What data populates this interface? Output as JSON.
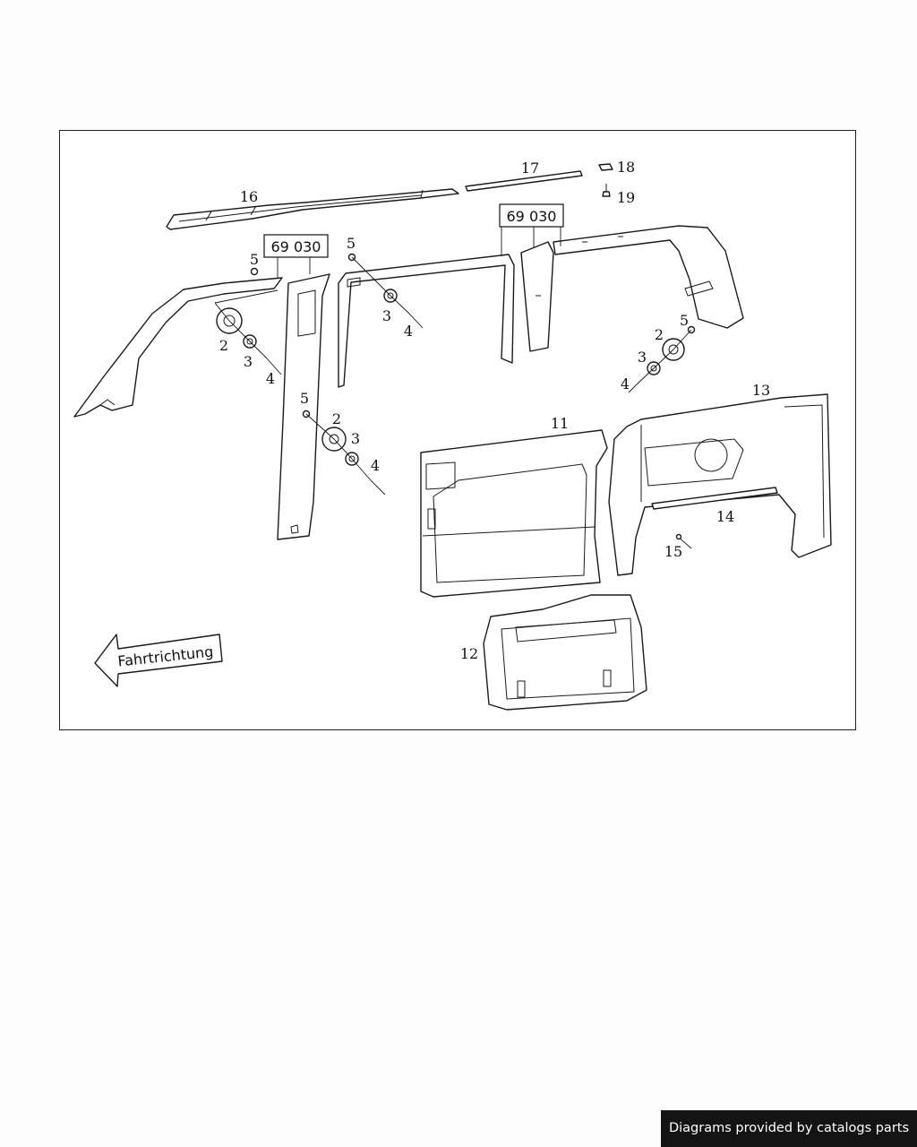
{
  "callouts": {
    "n16": "16",
    "n17": "17",
    "n18": "18",
    "n19": "19",
    "n5a": "5",
    "n2a": "2",
    "n3a": "3",
    "n4a": "4",
    "n5b": "5",
    "n2b": "2",
    "n3b": "3",
    "n4b": "4",
    "n5c": "5",
    "n3c": "3",
    "n4c": "4",
    "n2d": "2",
    "n5d": "5",
    "n3d": "3",
    "n4d": "4",
    "n11": "11",
    "n12": "12",
    "n13": "13",
    "n14": "14",
    "n15": "15"
  },
  "ref_boxes": {
    "left": "69 030",
    "middle": "69 030"
  },
  "direction_arrow": {
    "label": "Fahrtrichtung",
    "points": "left"
  },
  "footer": {
    "credit": "Diagrams provided by catalogs parts",
    "background": "#141414"
  }
}
